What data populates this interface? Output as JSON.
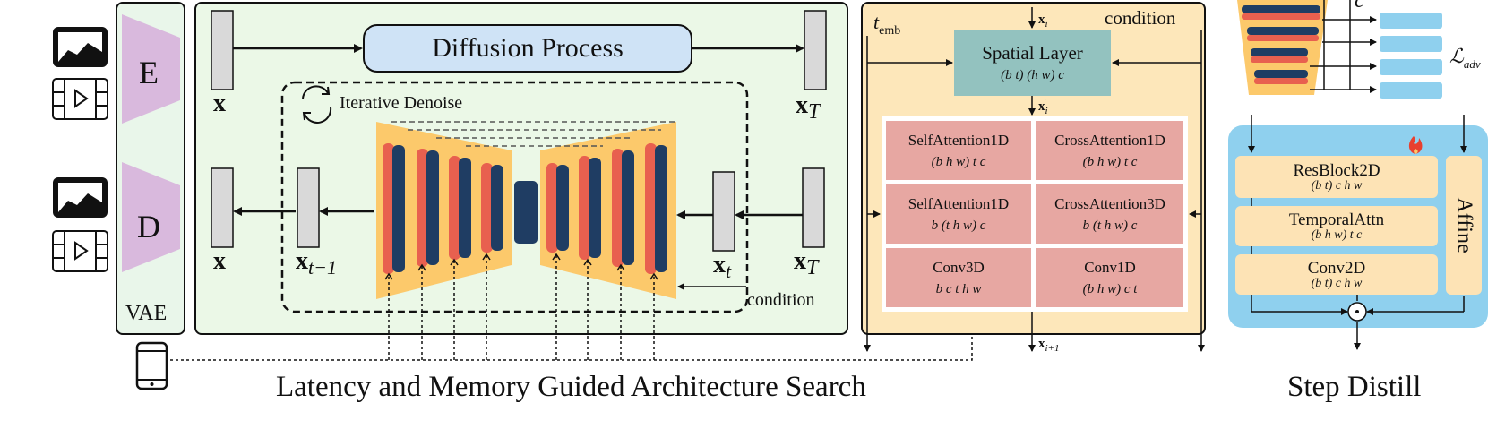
{
  "vae": {
    "encoder_label": "E",
    "decoder_label": "D",
    "panel_label": "VAE"
  },
  "main": {
    "diffusion_process": "Diffusion Process",
    "iterative_denoise": "Iterative Denoise",
    "x_top": "x",
    "x_top_right": "x",
    "x_top_right_sub": "T",
    "x_bottom": "x",
    "x_t_minus_1": "x",
    "x_t_minus_1_sub": "t−1",
    "x_t": "x",
    "x_t_sub": "t",
    "x_bottom_right": "x",
    "x_bottom_right_sub": "T",
    "condition": "condition"
  },
  "block": {
    "t_emb": "t",
    "t_emb_sub": "emb",
    "condition": "condition",
    "x_i": "x",
    "x_i_sub": "i",
    "x_i_prime": "x",
    "x_i_prime_sub": "i",
    "x_i_plus_1": "x",
    "x_i_plus_1_sub": "i+1",
    "spatial_layer": "Spatial Layer",
    "spatial_layer_sub": "(b t) (h w) c",
    "cells": [
      {
        "title": "SelfAttention1D",
        "sub": "(b h w) t c"
      },
      {
        "title": "CrossAttention1D",
        "sub": "(b h w) t c"
      },
      {
        "title": "SelfAttention1D",
        "sub": "b (t h w) c"
      },
      {
        "title": "CrossAttention3D",
        "sub": "b (t h w) c"
      },
      {
        "title": "Conv3D",
        "sub": "b c t h w"
      },
      {
        "title": "Conv1D",
        "sub": "(b h w) c t"
      }
    ]
  },
  "step": {
    "c_label": "c",
    "l_adv": "ℒ",
    "l_adv_sub": "adv",
    "blocks": [
      {
        "title": "ResBlock2D",
        "sub": "(b t) c h w"
      },
      {
        "title": "TemporalAttn",
        "sub": "(b h w) t c"
      },
      {
        "title": "Conv2D",
        "sub": "(b t) c h w"
      }
    ],
    "affine": "Affine"
  },
  "captions": {
    "left": "Latency and Memory Guided Architecture Search",
    "right": "Step Distill"
  },
  "colors": {
    "green_panel": "#ebf8e7",
    "orange_panel": "#fde7ba",
    "blue_panel": "#8fd0ee",
    "unet_orange": "#fcc96b",
    "bar_red": "#e8604f",
    "bar_navy": "#1f3d63",
    "purple": "#d9b9dd",
    "cell_red": "#e7a7a2",
    "teal": "#93c2bf",
    "light_blue": "#cfe3f6"
  }
}
